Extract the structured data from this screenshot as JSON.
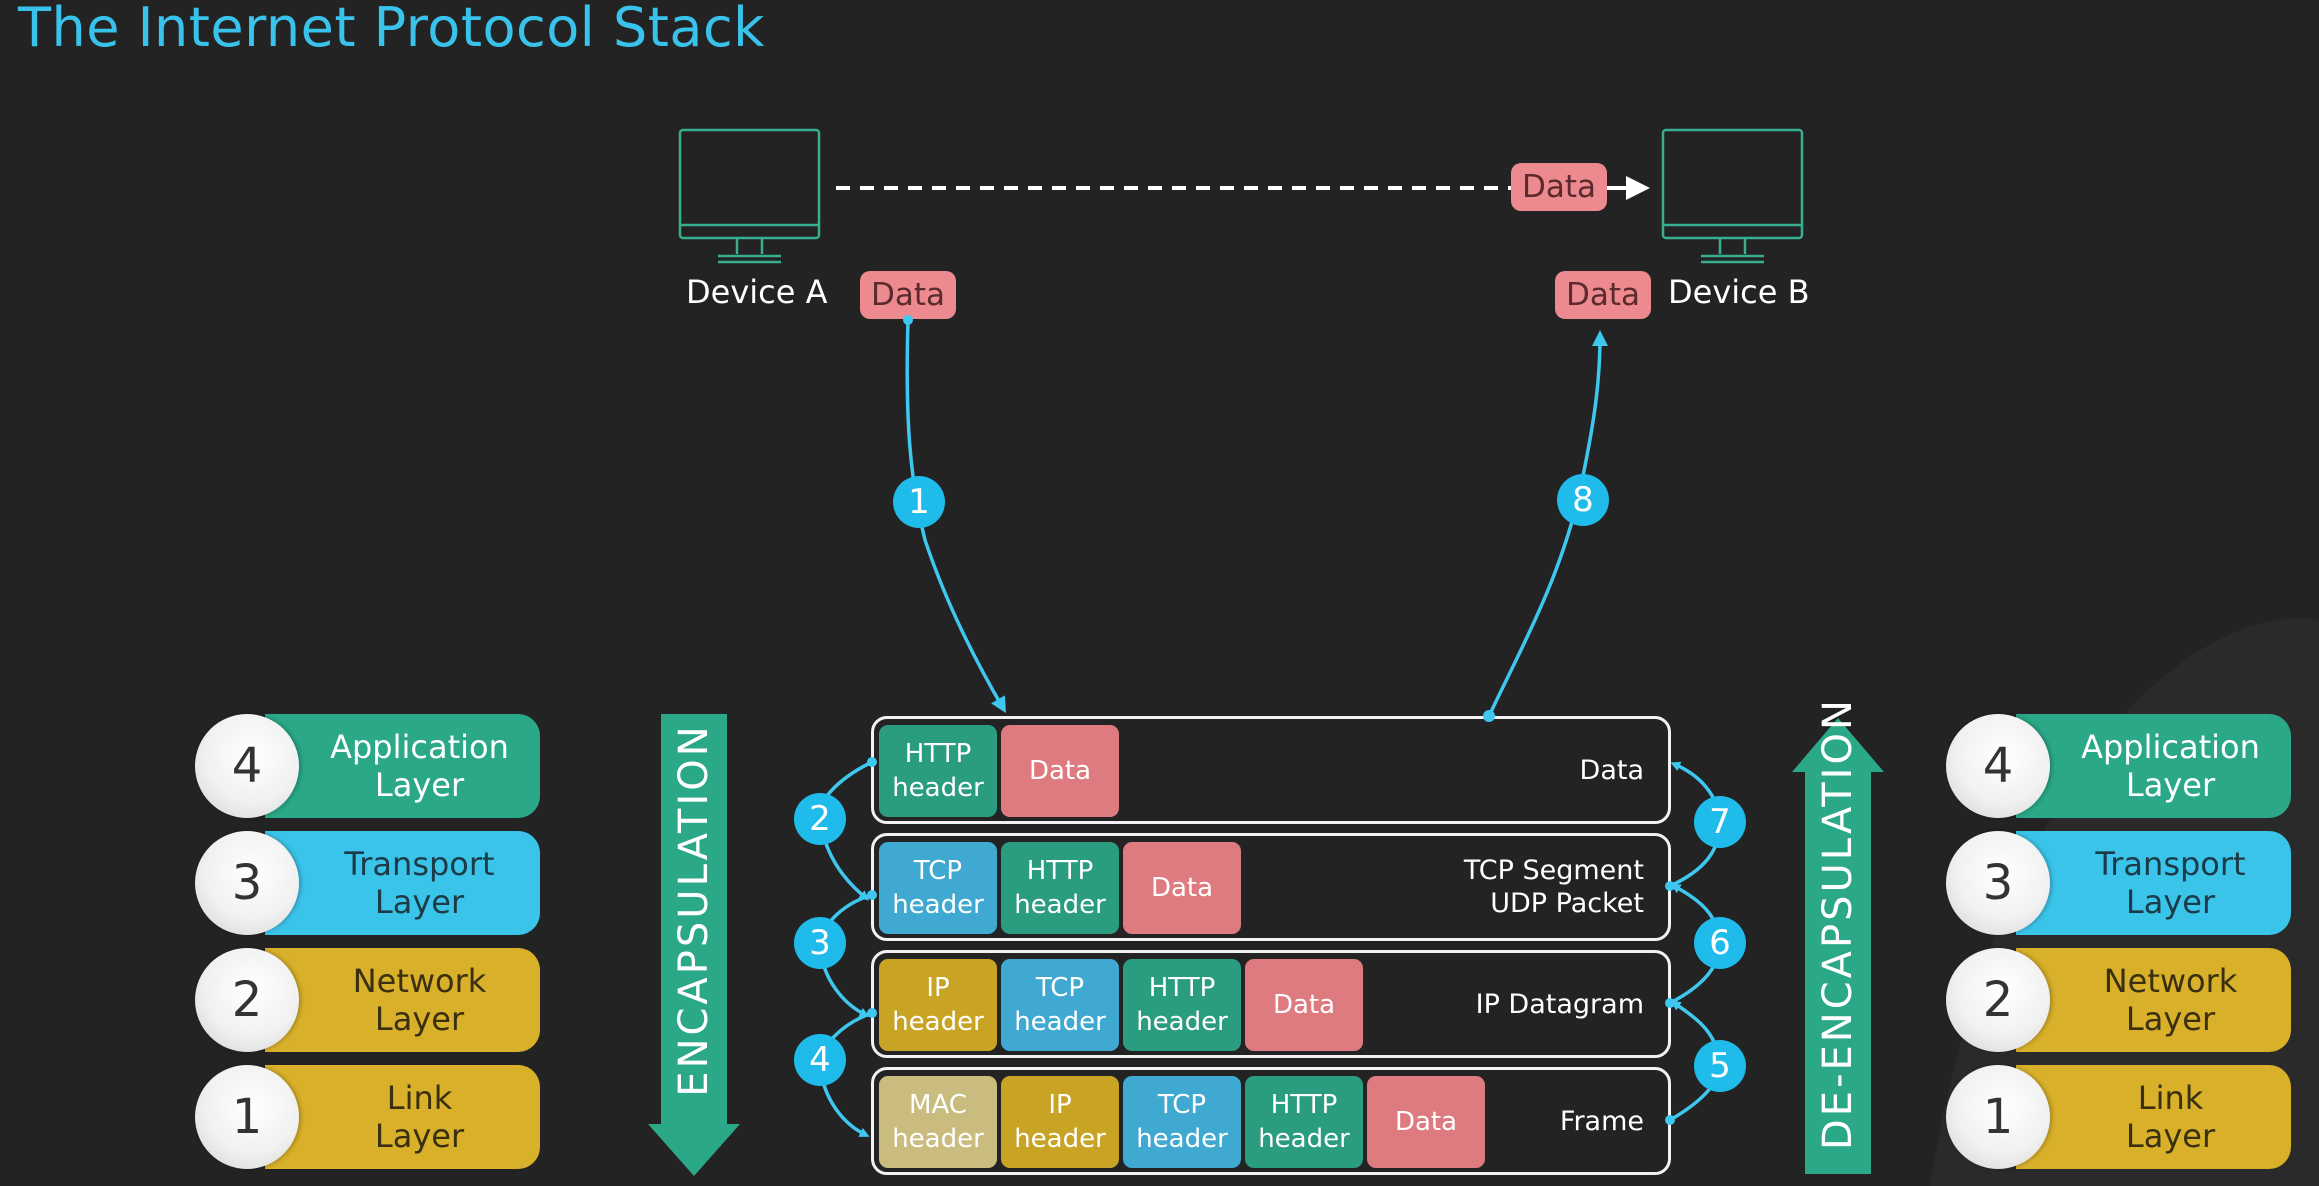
{
  "title": "The Internet Protocol Stack",
  "devices": {
    "a_label": "Device A",
    "b_label": "Device B"
  },
  "data_tag": "Data",
  "layers": [
    {
      "number": "4",
      "name": "Application Layer",
      "line1": "Application",
      "line2": "Layer",
      "color": "#2aa888"
    },
    {
      "number": "3",
      "name": "Transport Layer",
      "line1": "Transport",
      "line2": "Layer",
      "color": "#3bc4ea"
    },
    {
      "number": "2",
      "name": "Network Layer",
      "line1": "Network",
      "line2": "Layer",
      "color": "#d8b02a"
    },
    {
      "number": "1",
      "name": "Link Layer",
      "line1": "Link",
      "line2": "Layer",
      "color": "#d8b02a"
    }
  ],
  "encapsulation_label": "ENCAPSULATION",
  "deencapsulation_label": "DE-ENCAPSULATION",
  "rows": [
    {
      "label1": "Data",
      "label2": "",
      "cells": [
        {
          "l1": "HTTP",
          "l2": "header",
          "kind": "http"
        },
        {
          "l1": "Data",
          "l2": "",
          "kind": "data"
        }
      ]
    },
    {
      "label1": "TCP Segment",
      "label2": "UDP Packet",
      "cells": [
        {
          "l1": "TCP",
          "l2": "header",
          "kind": "tcp"
        },
        {
          "l1": "HTTP",
          "l2": "header",
          "kind": "http"
        },
        {
          "l1": "Data",
          "l2": "",
          "kind": "data"
        }
      ]
    },
    {
      "label1": "IP Datagram",
      "label2": "",
      "cells": [
        {
          "l1": "IP",
          "l2": "header",
          "kind": "ip"
        },
        {
          "l1": "TCP",
          "l2": "header",
          "kind": "tcp"
        },
        {
          "l1": "HTTP",
          "l2": "header",
          "kind": "http"
        },
        {
          "l1": "Data",
          "l2": "",
          "kind": "data"
        }
      ]
    },
    {
      "label1": "Frame",
      "label2": "",
      "cells": [
        {
          "l1": "MAC",
          "l2": "header",
          "kind": "mac"
        },
        {
          "l1": "IP",
          "l2": "header",
          "kind": "ip"
        },
        {
          "l1": "TCP",
          "l2": "header",
          "kind": "tcp"
        },
        {
          "l1": "HTTP",
          "l2": "header",
          "kind": "http"
        },
        {
          "l1": "Data",
          "l2": "",
          "kind": "data"
        }
      ]
    }
  ],
  "steps": [
    "1",
    "2",
    "3",
    "4",
    "5",
    "6",
    "7",
    "8"
  ],
  "colors": {
    "accent": "#39c3ec",
    "arrow": "#3fc8ef",
    "encapsulation": "#2aa888",
    "data": "#ec8a8f",
    "device_outline": "#36b08e"
  },
  "icons": [
    "monitor-icon",
    "dashed-arrow-icon",
    "down-arrow-icon",
    "up-arrow-icon"
  ]
}
